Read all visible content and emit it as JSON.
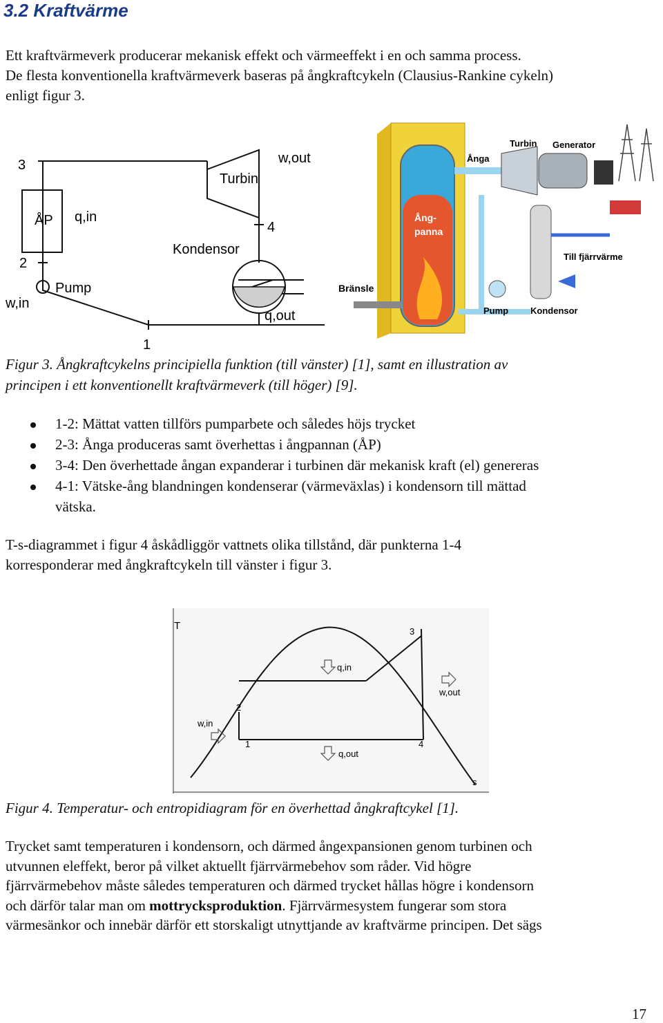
{
  "section_title": "3.2 Kraftvärme",
  "intro": [
    "Ett kraftvärmeverk producerar mekanisk effekt och värmeeffekt i en och samma process.",
    "De flesta konventionella kraftvärmeverk baseras på ångkraftcykeln (Clausius-Rankine cykeln)",
    "enligt figur 3."
  ],
  "figure3": {
    "left": {
      "labels": {
        "p3": "3",
        "p2": "2",
        "p1": "1",
        "p4": "4",
        "ap": "ÅP",
        "qin": "q,in",
        "pump": "Pump",
        "win": "w,in",
        "turbin": "Turbin",
        "wout": "w,out",
        "kondensor": "Kondensor",
        "qout": "q,out"
      }
    },
    "right": {
      "labels": {
        "turbin": "Turbin",
        "generator": "Generator",
        "anga": "Ånga",
        "angpanna_1": "Ång-",
        "angpanna_2": "panna",
        "bransle": "Bränsle",
        "fjarrvarme": "Till fjärrvärme",
        "pump": "Pump",
        "kondensor": "Kondensor"
      },
      "colors": {
        "boiler": "#f0d23a",
        "water": "#3aa8d8",
        "fire": "#e4572e",
        "pipe": "#9ad4ee"
      }
    },
    "caption": [
      "Figur 3. Ångkraftcykelns principiella funktion (till vänster) [1], samt en illustration av",
      "principen i ett konventionellt kraftvärmeverk (till höger) [9]."
    ]
  },
  "bullets": [
    "1-2: Mättat vatten tillförs pumparbete och således höjs trycket",
    "2-3: Ånga produceras samt överhettas i ångpannan (ÅP)",
    "3-4: Den överhettade ångan expanderar i turbinen där mekanisk kraft (el) genereras",
    "4-1: Vätske-ång blandningen kondenserar (värmeväxlas) i kondensorn till mättad",
    "vätska."
  ],
  "ts_text": [
    "T-s-diagrammet i figur 4 åskådliggör vattnets olika tillstånd, där punkterna 1-4",
    "korresponderar med ångkraftcykeln till vänster i figur 3."
  ],
  "figure4": {
    "labels": {
      "t_axis": "T",
      "s_axis": "s",
      "p1": "1",
      "p2": "2",
      "p3": "3",
      "p4": "4",
      "qin": "q,in",
      "wout": "w,out",
      "win": "w,in",
      "qout": "q,out"
    },
    "caption": "Figur 4. Temperatur- och entropidiagram för en överhettad ångkraftcykel [1]."
  },
  "closing": {
    "line1": "Trycket samt temperaturen i kondensorn, och därmed ångexpansionen genom turbinen och",
    "line2": "utvunnen eleffekt, beror på vilket aktuellt fjärrvärmebehov som råder. Vid högre",
    "line3": "fjärrvärmebehov måste således temperaturen och därmed trycket hållas högre i kondensorn",
    "line4_pre": "och därför talar man om ",
    "line4_bold": "mottrycksproduktion",
    "line4_post": ". Fjärrvärmesystem fungerar som stora",
    "line5": "värmesänkor och innebär därför ett storskaligt utnyttjande av kraftvärme principen. Det sägs"
  },
  "page_number": "17"
}
